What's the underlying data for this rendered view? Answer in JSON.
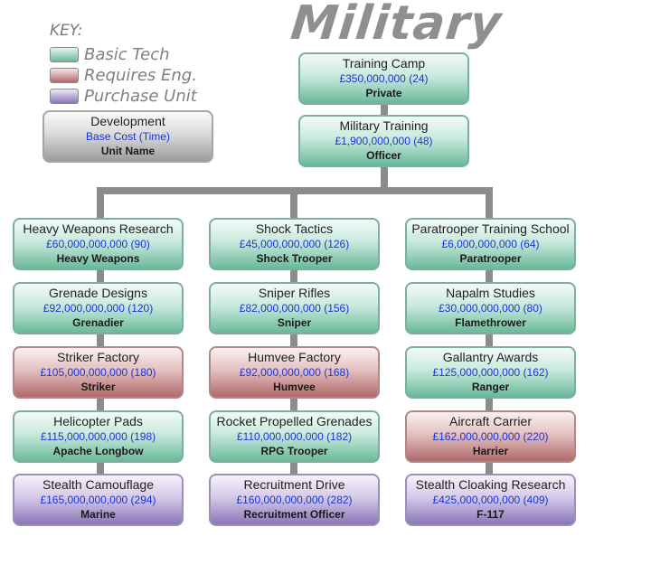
{
  "title": "Military",
  "key": {
    "heading": "KEY:",
    "items": [
      {
        "label": "Basic Tech",
        "color": "#8fcfb3"
      },
      {
        "label": "Requires Eng.",
        "color": "#d49a9a"
      },
      {
        "label": "Purchase Unit",
        "color": "#a393cc"
      }
    ],
    "legend_box": {
      "name": "Development",
      "cost": "Base Cost (Time)",
      "unit": "Unit Name"
    }
  },
  "root": [
    {
      "name": "Training Camp",
      "cost": "£350,000,000 (24)",
      "unit": "Private",
      "type": "green"
    },
    {
      "name": "Military Training",
      "cost": "£1,900,000,000 (48)",
      "unit": "Officer",
      "type": "green"
    }
  ],
  "columns": [
    [
      {
        "name": "Heavy Weapons Research",
        "cost": "£60,000,000,000 (90)",
        "unit": "Heavy Weapons",
        "type": "green"
      },
      {
        "name": "Grenade Designs",
        "cost": "£92,000,000,000 (120)",
        "unit": "Grenadier",
        "type": "green"
      },
      {
        "name": "Striker Factory",
        "cost": "£105,000,000,000 (180)",
        "unit": "Striker",
        "type": "red"
      },
      {
        "name": "Helicopter Pads",
        "cost": "£115,000,000,000 (198)",
        "unit": "Apache Longbow",
        "type": "green"
      },
      {
        "name": "Stealth Camouflage",
        "cost": "£165,000,000,000 (294)",
        "unit": "Marine",
        "type": "purple"
      }
    ],
    [
      {
        "name": "Shock Tactics",
        "cost": "£45,000,000,000 (126)",
        "unit": "Shock Trooper",
        "type": "green"
      },
      {
        "name": "Sniper Rifles",
        "cost": "£82,000,000,000 (156)",
        "unit": "Sniper",
        "type": "green"
      },
      {
        "name": "Humvee Factory",
        "cost": "£92,000,000,000 (168)",
        "unit": "Humvee",
        "type": "red"
      },
      {
        "name": "Rocket Propelled Grenades",
        "cost": "£110,000,000,000 (182)",
        "unit": "RPG Trooper",
        "type": "green"
      },
      {
        "name": "Recruitment Drive",
        "cost": "£160,000,000,000 (282)",
        "unit": "Recruitment Officer",
        "type": "purple"
      }
    ],
    [
      {
        "name": "Paratrooper Training School",
        "cost": "£6,000,000,000 (64)",
        "unit": "Paratrooper",
        "type": "green"
      },
      {
        "name": "Napalm Studies",
        "cost": "£30,000,000,000 (80)",
        "unit": "Flamethrower",
        "type": "green"
      },
      {
        "name": "Gallantry Awards",
        "cost": "£125,000,000,000 (162)",
        "unit": "Ranger",
        "type": "green"
      },
      {
        "name": "Aircraft Carrier",
        "cost": "£162,000,000,000 (220)",
        "unit": "Harrier",
        "type": "red"
      },
      {
        "name": "Stealth Cloaking Research",
        "cost": "£425,000,000,000 (409)",
        "unit": "F-117",
        "type": "purple"
      }
    ]
  ]
}
